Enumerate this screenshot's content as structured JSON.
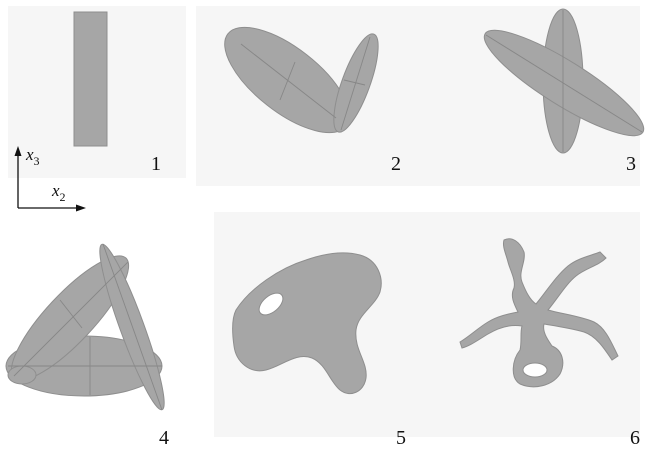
{
  "panels": [
    {
      "label": "1"
    },
    {
      "label": "2"
    },
    {
      "label": "3"
    },
    {
      "label": "4"
    },
    {
      "label": "5"
    },
    {
      "label": "6"
    }
  ],
  "axes": {
    "vertical": {
      "symbol": "x",
      "subscript": "3"
    },
    "horizontal": {
      "symbol": "x",
      "subscript": "2"
    }
  },
  "colors": {
    "shape_fill": "#a6a6a6",
    "background": "#ffffff"
  }
}
